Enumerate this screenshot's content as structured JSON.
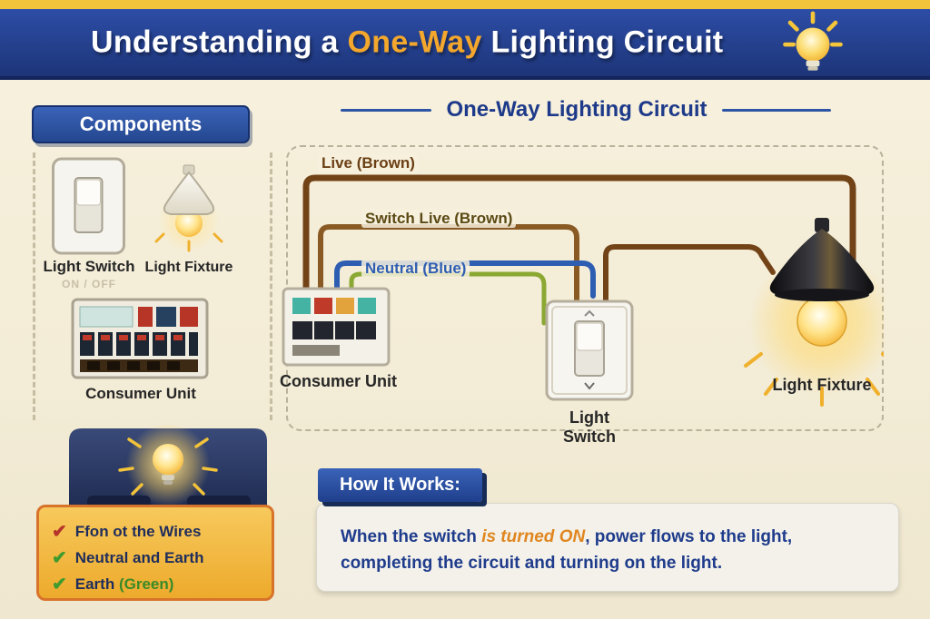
{
  "colors": {
    "banner_blue": "#1f3c8c",
    "accent_orange": "#f3a72c",
    "wire_brown": "#734318",
    "wire_blue": "#2e5eb2",
    "wire_green": "#8aa832",
    "panel_yellow": "#f2b93e",
    "text_navy": "#1e3a8a"
  },
  "banner": {
    "title_pre": "Understanding a",
    "title_highlight": "One-Way",
    "title_post": "Lighting Circuit"
  },
  "components_panel": {
    "header": "Components",
    "light_switch_label": "Light Switch",
    "on_off_label": "ON / OFF",
    "light_fixture_label": "Light Fixture",
    "consumer_unit_label": "Consumer Unit",
    "check_glyph": "✔",
    "checklist": [
      {
        "text": "Ffon ot the Wires"
      },
      {
        "text": "Neutral and Earth"
      },
      {
        "text": "Earth",
        "highlight": "(Green)"
      }
    ]
  },
  "circuit": {
    "title": "One-Way Lighting Circuit",
    "live_label": "Live (Brown)",
    "switch_live_label": "Switch Live (Brown)",
    "neutral_label": "Neutral (Blue)",
    "consumer_unit_label": "Consumer Unit",
    "light_switch_label": "Light Switch",
    "light_fixture_label": "Light Fixture"
  },
  "how_it_works": {
    "header": "How It Works:",
    "body_pre": "When the switch",
    "body_highlight": "is turned ON",
    "body_post": ", power flows to the light, completing the circuit and turning on the light."
  }
}
